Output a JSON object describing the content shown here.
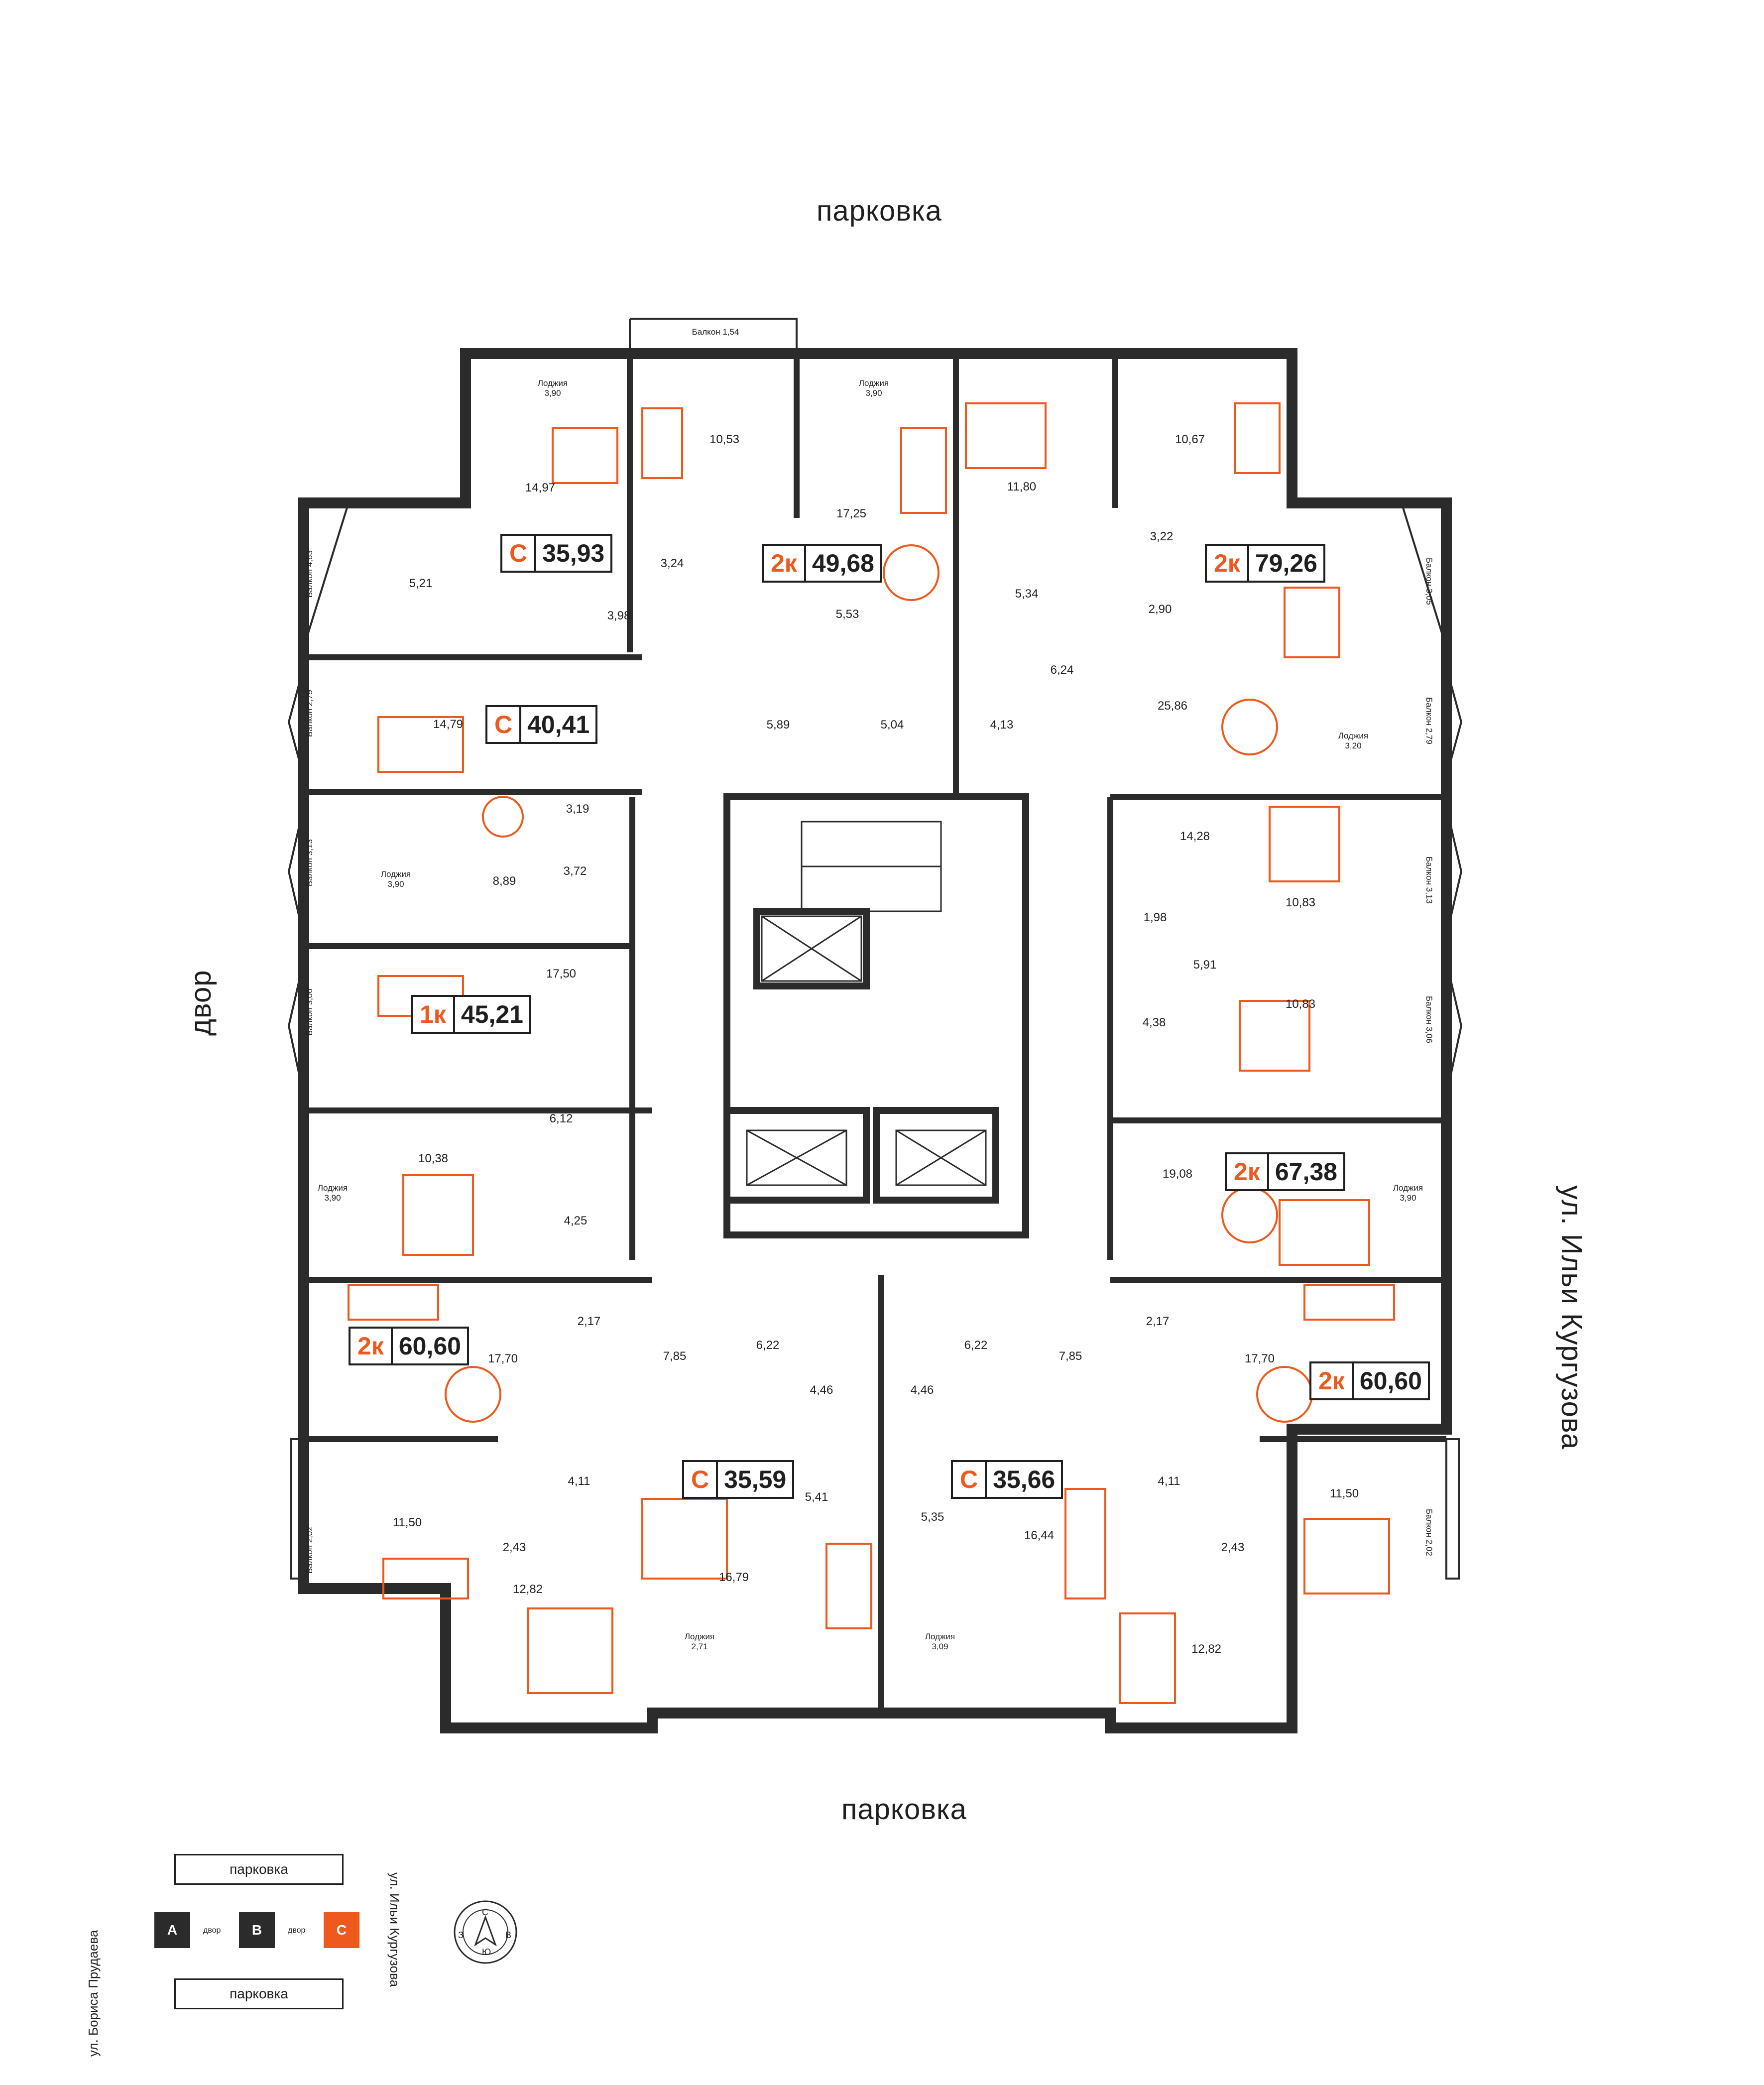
{
  "streets": {
    "top": "парковка",
    "bottom": "парковка",
    "left": "двор",
    "right": "ул. Ильи Кургузова"
  },
  "colors": {
    "accent": "#ee5a1e",
    "wall": "#2b2b2b",
    "ink": "#1f1f1f"
  },
  "apartments": [
    {
      "id": "a1",
      "type": "С",
      "area": "35,93"
    },
    {
      "id": "a2",
      "type": "2к",
      "area": "49,68"
    },
    {
      "id": "a3",
      "type": "2к",
      "area": "79,26"
    },
    {
      "id": "a4",
      "type": "С",
      "area": "40,41"
    },
    {
      "id": "a5",
      "type": "1к",
      "area": "45,21"
    },
    {
      "id": "a6",
      "type": "2к",
      "area": "67,38"
    },
    {
      "id": "a7",
      "type": "2к",
      "area": "60,60"
    },
    {
      "id": "a8",
      "type": "2к",
      "area": "60,60"
    },
    {
      "id": "a9",
      "type": "С",
      "area": "35,59"
    },
    {
      "id": "a10",
      "type": "С",
      "area": "35,66"
    }
  ],
  "rooms": [
    "14,97",
    "10,53",
    "17,25",
    "11,80",
    "10,67",
    "3,24",
    "3,98",
    "5,21",
    "5,53",
    "5,34",
    "3,22",
    "2,90",
    "6,24",
    "25,86",
    "14,79",
    "5,89",
    "5,04",
    "4,13",
    "3,19",
    "3,72",
    "8,89",
    "14,28",
    "1,98",
    "10,83",
    "10,83",
    "5,91",
    "4,38",
    "17,50",
    "6,12",
    "10,38",
    "4,25",
    "19,08",
    "2,17",
    "7,85",
    "6,22",
    "6,22",
    "7,85",
    "2,17",
    "17,70",
    "17,70",
    "4,46",
    "4,46",
    "4,11",
    "4,11",
    "5,41",
    "5,35",
    "11,50",
    "11,50",
    "2,43",
    "2,43",
    "12,82",
    "12,82",
    "16,79",
    "16,44"
  ],
  "outdoor": [
    {
      "id": "o1",
      "lines": [
        "Лоджия",
        "3,90"
      ]
    },
    {
      "id": "o2",
      "lines": [
        "Балкон 1,54"
      ]
    },
    {
      "id": "o3",
      "lines": [
        "Лоджия",
        "3,90"
      ]
    },
    {
      "id": "o4",
      "lines": [
        "Балкон",
        "4,63"
      ]
    },
    {
      "id": "o5",
      "lines": [
        "Балкон",
        "3,05"
      ]
    },
    {
      "id": "o6",
      "lines": [
        "Балкон",
        "2,79"
      ]
    },
    {
      "id": "o7",
      "lines": [
        "Балкон",
        "2,79"
      ]
    },
    {
      "id": "o8",
      "lines": [
        "Лоджия",
        "3,20"
      ]
    },
    {
      "id": "o9",
      "lines": [
        "Балкон",
        "3,13"
      ]
    },
    {
      "id": "o10",
      "lines": [
        "Лоджия",
        "3,90"
      ]
    },
    {
      "id": "o11",
      "lines": [
        "Балкон",
        "3,13"
      ]
    },
    {
      "id": "o12",
      "lines": [
        "Балкон",
        "3,06"
      ]
    },
    {
      "id": "o13",
      "lines": [
        "Балкон",
        "3,06"
      ]
    },
    {
      "id": "o14",
      "lines": [
        "Лоджия",
        "3,90"
      ]
    },
    {
      "id": "o15",
      "lines": [
        "Лоджия",
        "3,90"
      ]
    },
    {
      "id": "o16",
      "lines": [
        "Балкон 2,02"
      ]
    },
    {
      "id": "o17",
      "lines": [
        "Балкон 2,02"
      ]
    },
    {
      "id": "o18",
      "lines": [
        "Лоджия",
        "2,71"
      ]
    },
    {
      "id": "o19",
      "lines": [
        "Лоджия",
        "3,09"
      ]
    }
  ],
  "key": {
    "top_label": "парковка",
    "bottom_label": "парковка",
    "left_street": "ул. Бориса Прудаева",
    "right_street": "ул. Ильи Кургузова",
    "sections": [
      "А",
      "В",
      "С"
    ],
    "yard_label": "двор",
    "compass": [
      "С",
      "В",
      "Ю",
      "З"
    ]
  }
}
